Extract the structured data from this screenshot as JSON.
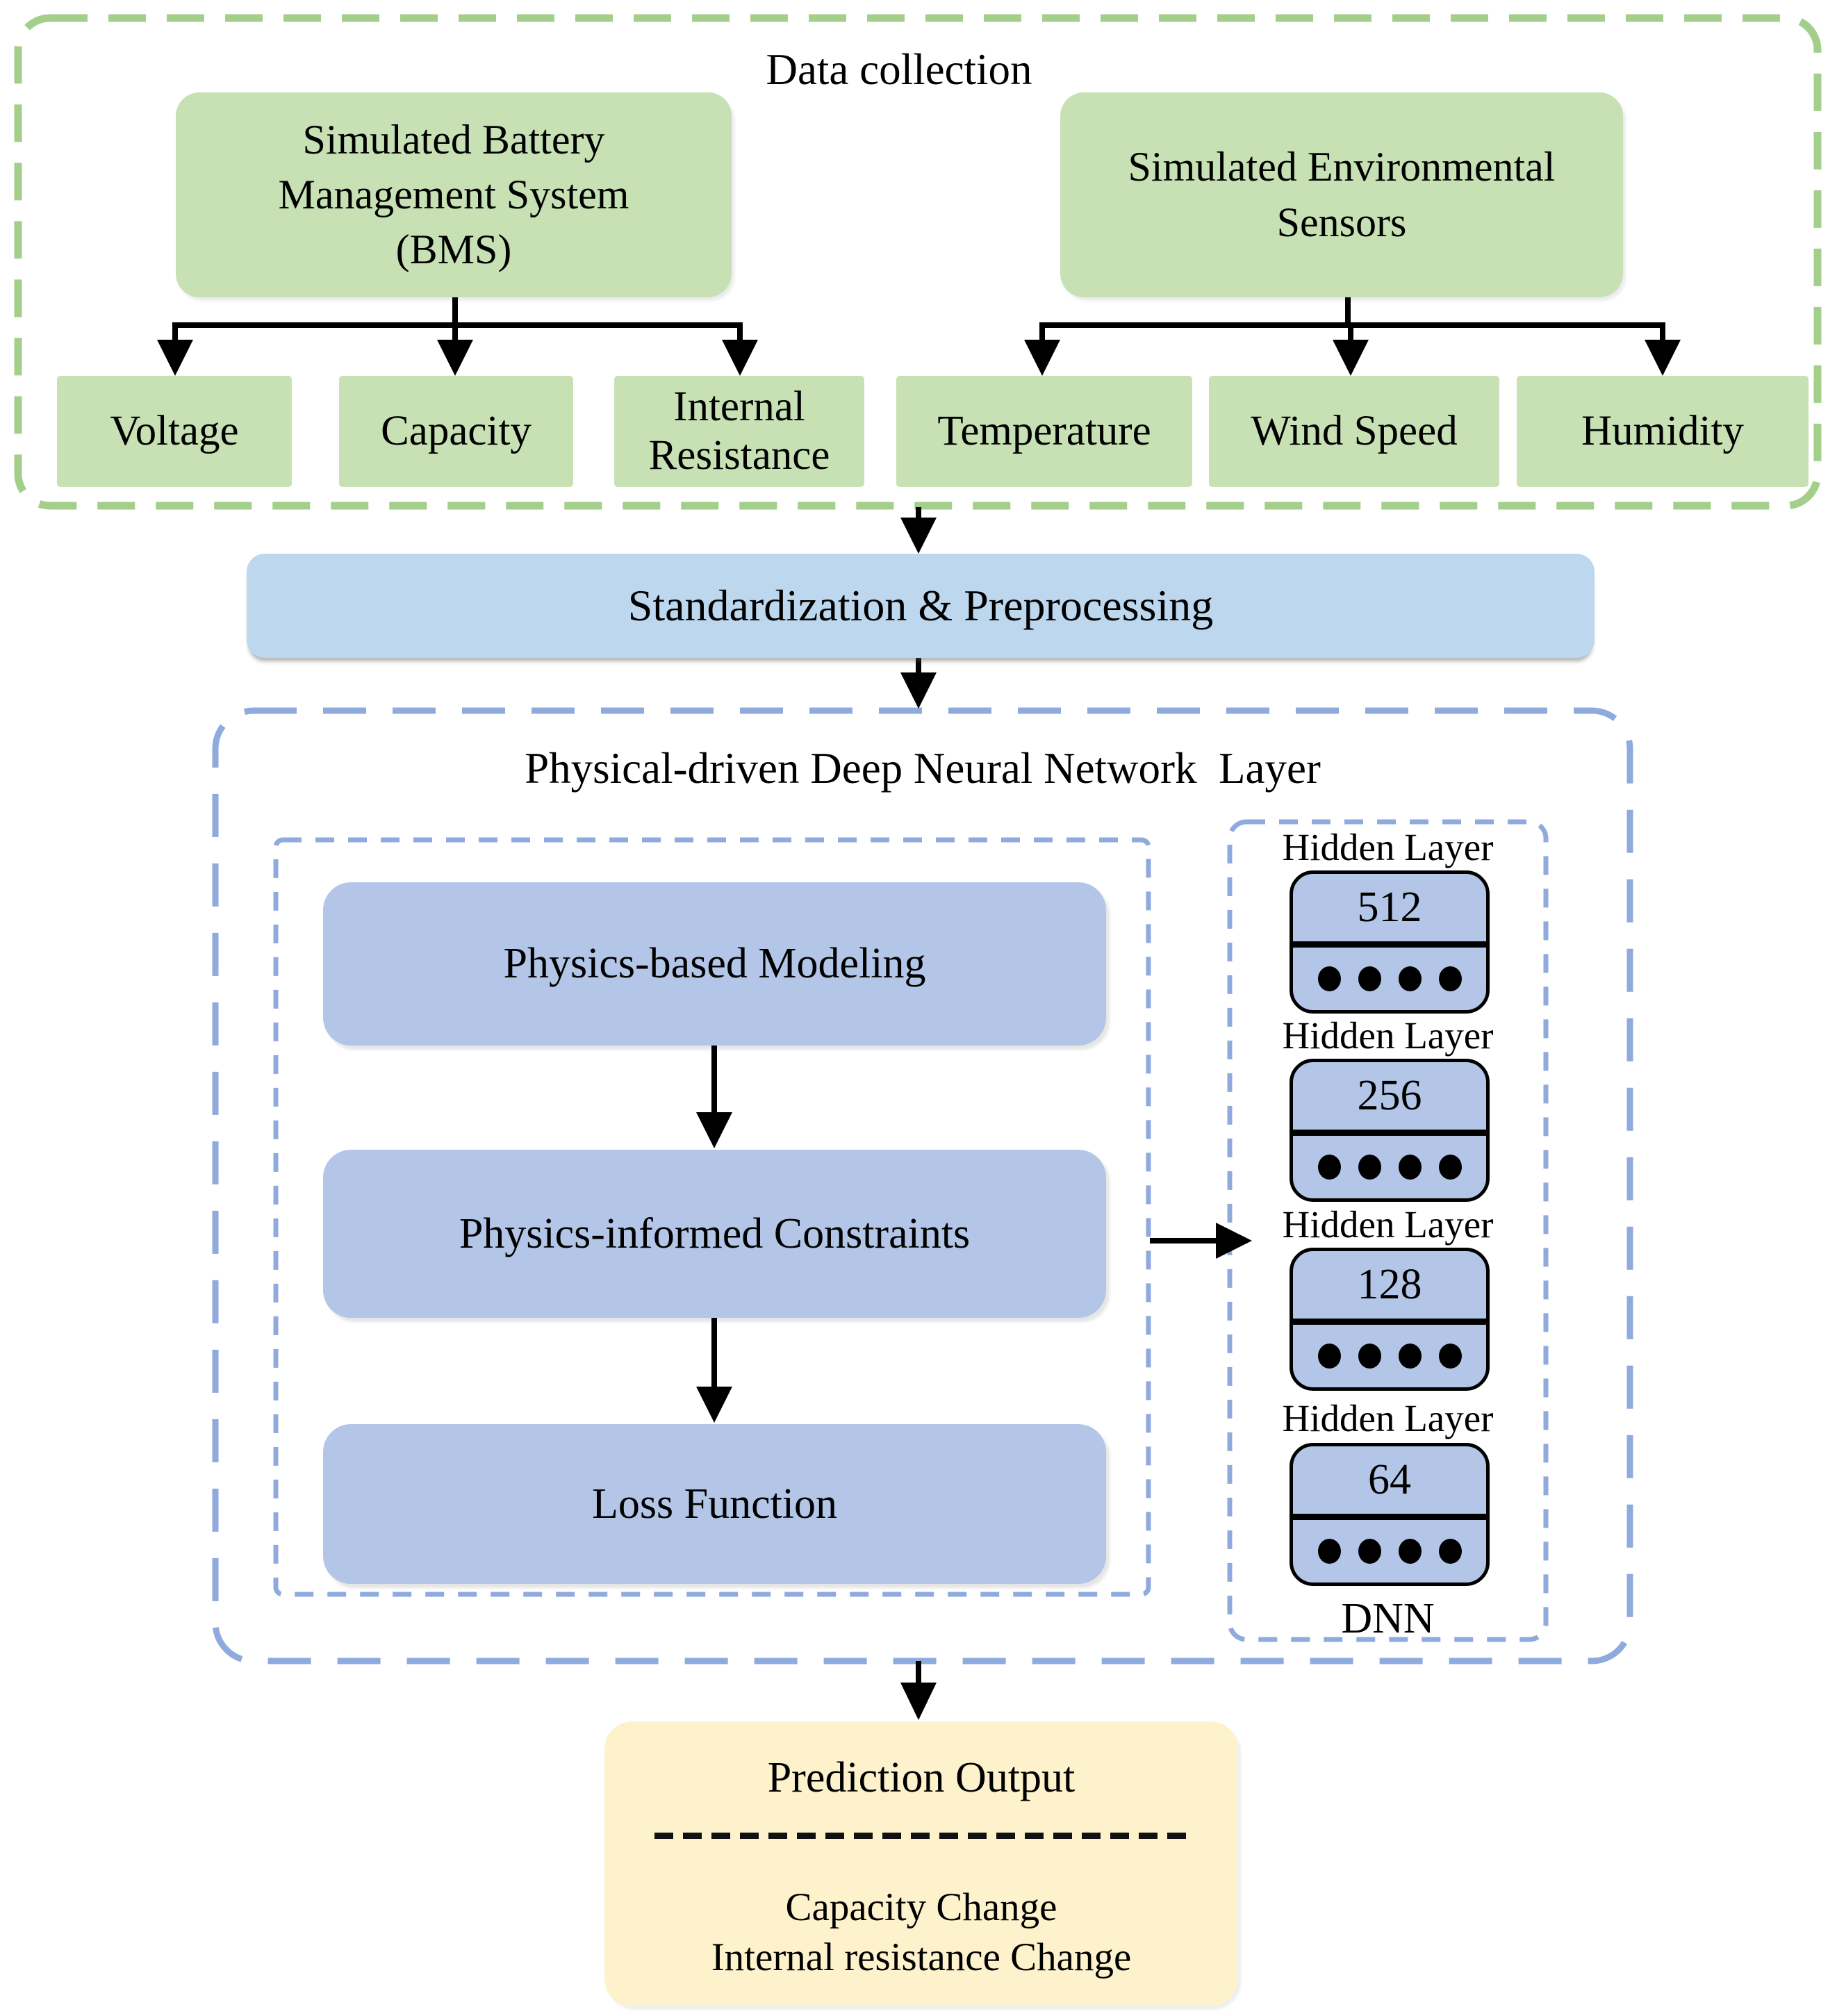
{
  "colors": {
    "green_box_fill": "#c7e1b5",
    "green_dash": "#a3cf8b",
    "blue_box_fill": "#bdd7ee",
    "periwinkle_box_fill": "#b3c6e7",
    "blue_dash": "#8faadc",
    "yellow_box_fill": "#fdf2cc",
    "connector": "#000000"
  },
  "data_collection": {
    "title": "Data collection",
    "bms_label": "Simulated Battery\nManagement System\n(BMS)",
    "sensors_label": "Simulated Environmental\nSensors",
    "bms_outputs": [
      "Voltage",
      "Capacity",
      "Internal\nResistance"
    ],
    "sensor_outputs": [
      "Temperature",
      "Wind Speed",
      "Humidity"
    ]
  },
  "preprocessing": {
    "label": "Standardization & Preprocessing"
  },
  "pdnn": {
    "title": "Physical-driven Deep Neural Network  Layer",
    "steps": [
      "Physics-based Modeling",
      "Physics-informed Constraints",
      "Loss Function"
    ],
    "dnn": {
      "hidden_layer_label": "Hidden Layer",
      "layer_sizes": [
        "512",
        "256",
        "128",
        "64"
      ],
      "caption": "DNN"
    }
  },
  "prediction": {
    "title": "Prediction Output",
    "outputs": [
      "Capacity Change",
      "Internal resistance Change"
    ]
  }
}
